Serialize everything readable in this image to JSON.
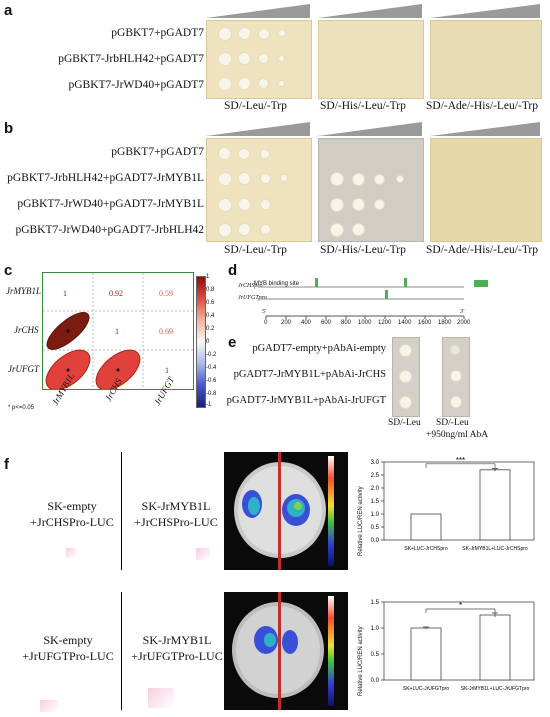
{
  "panels": {
    "a": "a",
    "b": "b",
    "c": "c",
    "d": "d",
    "e": "e",
    "f": "f"
  },
  "panel_a": {
    "rows": [
      "pGBKT7+pGADT7",
      "pGBKT7-JrbHLH42+pGADT7",
      "pGBKT7-JrWD40+pGADT7"
    ],
    "conditions": [
      "SD/-Leu/-Trp",
      "SD/-His/-Leu/-Trp",
      "SD/-Ade/-His/-Leu/-Trp"
    ]
  },
  "panel_b": {
    "rows": [
      "pGBKT7+pGADT7",
      "pGBKT7-JrbHLH42+pGADT7-JrMYB1L",
      "pGBKT7-JrWD40+pGADT7-JrMYB1L",
      "pGBKT7-JrWD40+pGADT7-JrbHLH42"
    ],
    "conditions": [
      "SD/-Leu/-Trp",
      "SD/-His/-Leu/-Trp",
      "SD/-Ade/-His/-Leu/-Trp"
    ]
  },
  "panel_c": {
    "genes_y": [
      "JrMYB1L",
      "JrCHS",
      "JrUFGT"
    ],
    "genes_x": [
      "JrMYB1L",
      "JrCHS",
      "JrUFGT"
    ],
    "values": [
      [
        "1",
        "0.92",
        "0.59"
      ],
      [
        "",
        "1",
        "0.69"
      ],
      [
        "",
        "",
        "1"
      ]
    ],
    "footnote": "* p<=0.05",
    "scale": [
      "1",
      "0.8",
      "0.6",
      "0.4",
      "0.2",
      "0",
      "-0.2",
      "-0.4",
      "-0.6",
      "-0.8",
      "-1"
    ]
  },
  "panel_d": {
    "tracks": [
      "JrCHSpro",
      "JrUFGTpro"
    ],
    "legend": "MYB binding site",
    "axis_start": "5'",
    "axis_end": "3'",
    "ticks": [
      "0",
      "200",
      "400",
      "600",
      "800",
      "1000",
      "1200",
      "1400",
      "1600",
      "1800",
      "2000"
    ]
  },
  "panel_e": {
    "rows": [
      "pGADT7-empty+pAbAi-empty",
      "pGADT7-JrMYB1L+pAbAi-JrCHS",
      "pGADT7-JrMYB1L+pAbAi-JrUFGT"
    ],
    "cond1": "SD/-Leu",
    "cond2a": "SD/-Leu",
    "cond2b": "+950ng/ml AbA"
  },
  "panel_f": {
    "row1_left_a": "SK-empty",
    "row1_left_b": "+JrCHSPro-LUC",
    "row1_right_a": "SK-JrMYB1L",
    "row1_right_b": "+JrCHSPro-LUC",
    "row2_left_a": "SK-empty",
    "row2_left_b": "+JrUFGTPro-LUC",
    "row2_right_a": "SK-JrMYB1L",
    "row2_right_b": "+JrUFGTPro-LUC",
    "chart1": {
      "ylabel": "Relative LUC/REN activity",
      "yticks": [
        "0.0",
        "0.5",
        "1.0",
        "1.5",
        "2.0",
        "2.5",
        "3.0"
      ],
      "categories": [
        "SK+LUC-JrCHSpro",
        "SK-JrMYB1L+LUC-JrCHSpro"
      ],
      "sig": "***"
    },
    "chart2": {
      "ylabel": "Relative LUC/REN activity",
      "yticks": [
        "0.0",
        "0.5",
        "1.0",
        "1.5"
      ],
      "categories": [
        "SK+LUC-JrUFGTpro",
        "SK-JrMYB1L+LUC-JrUFGTpro"
      ],
      "sig": "*"
    }
  },
  "chart_data": [
    {
      "type": "bar",
      "categories": [
        "SK+LUC-JrCHSpro",
        "SK-JrMYB1L+LUC-JrCHSpro"
      ],
      "values": [
        1.0,
        2.7
      ],
      "ylabel": "Relative LUC/REN activity",
      "ylim": [
        0,
        3.0
      ]
    },
    {
      "type": "bar",
      "categories": [
        "SK+LUC-JrUFGTpro",
        "SK-JrMYB1L+LUC-JrUFGTpro"
      ],
      "values": [
        1.0,
        1.25
      ],
      "ylabel": "Relative LUC/REN activity",
      "ylim": [
        0,
        1.5
      ]
    }
  ]
}
